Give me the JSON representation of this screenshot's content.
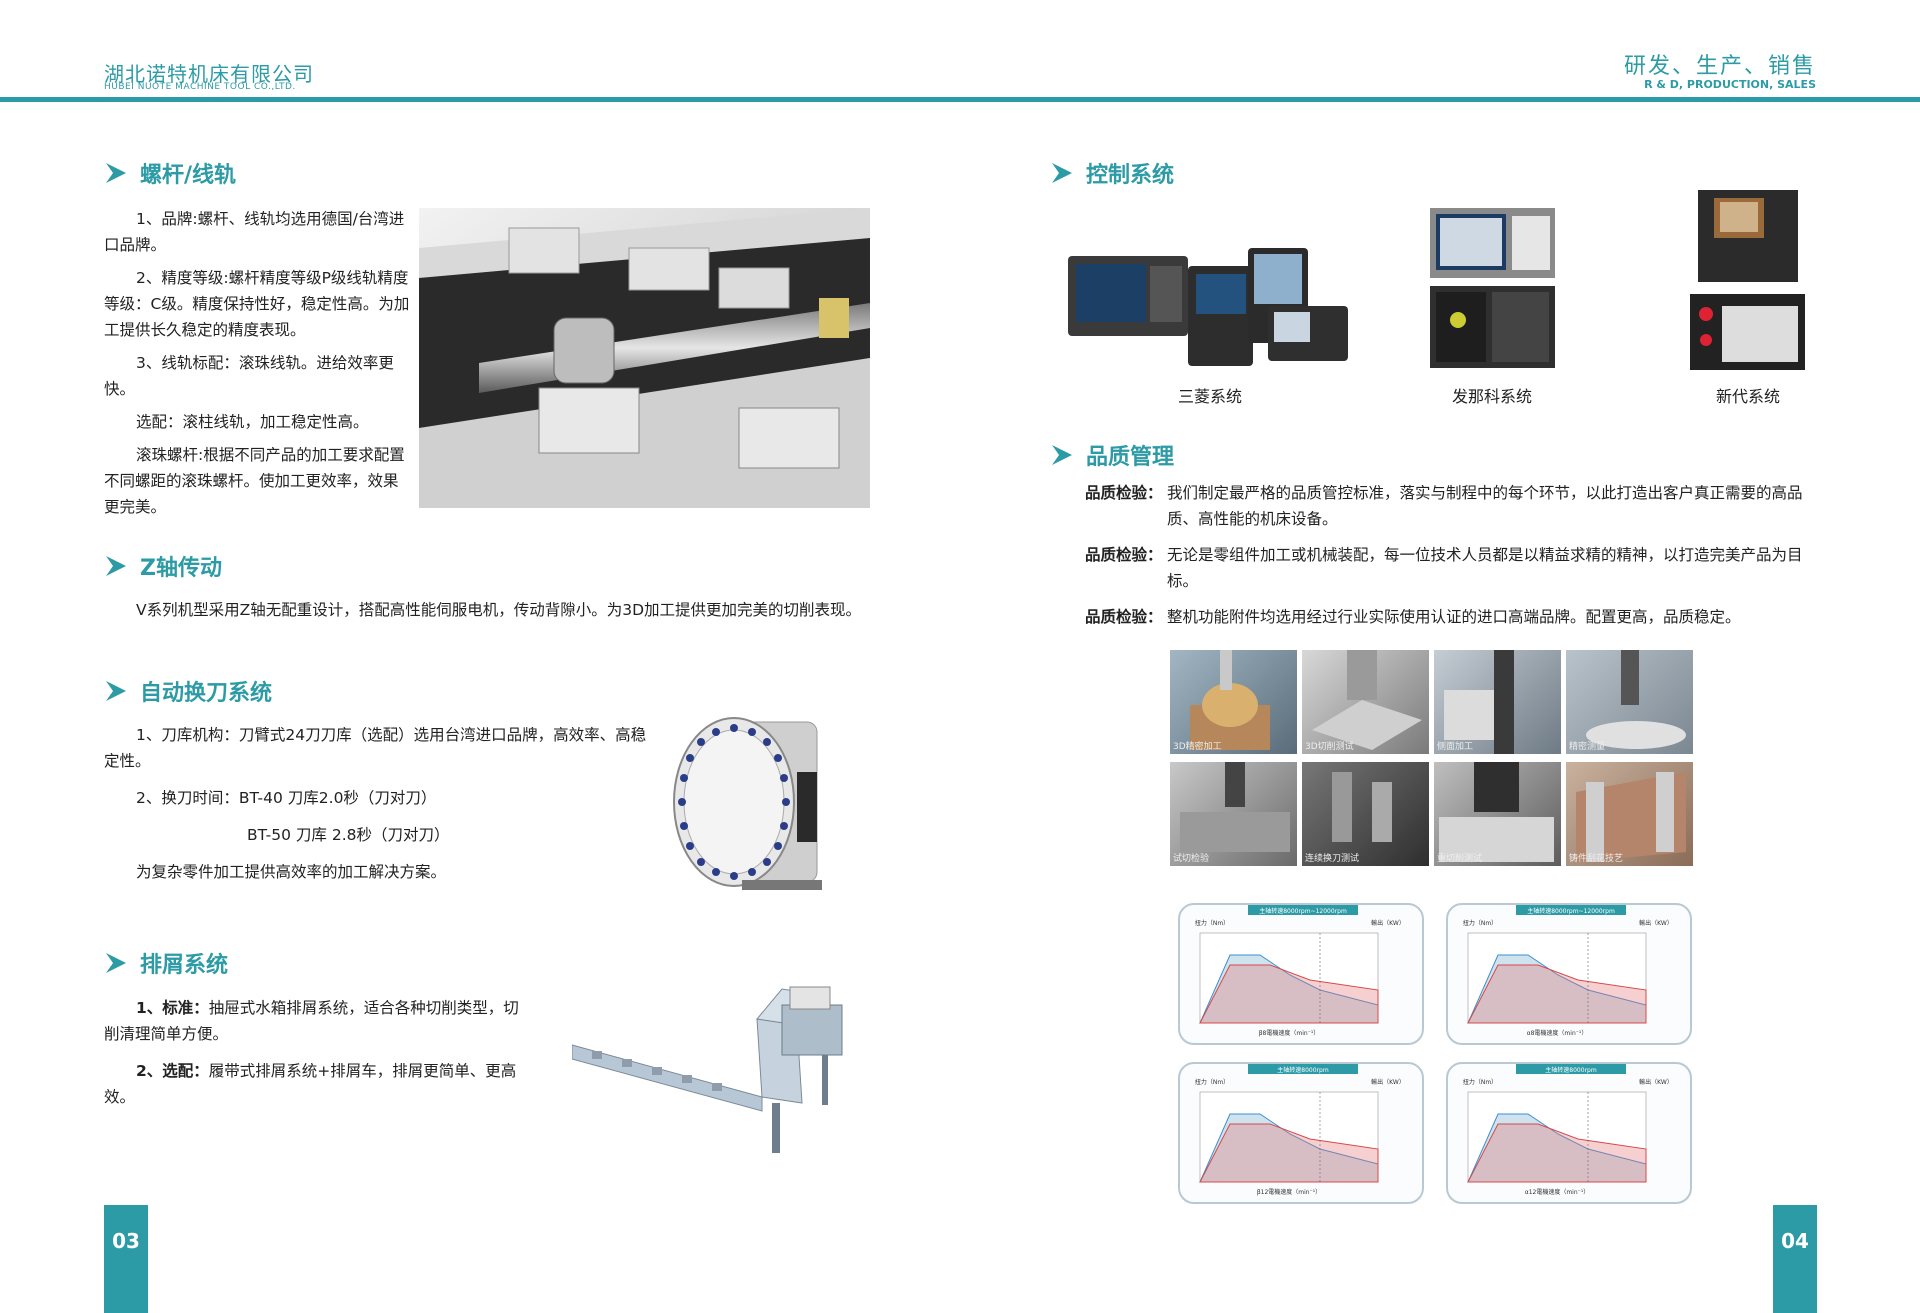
{
  "header": {
    "company_cn": "湖北诺特机床有限公司",
    "company_en": "HUBEI NUOTE MACHINE TOOL CO.,LTD.",
    "tagline_cn": "研发、生产、销售",
    "tagline_en": "R & D, PRODUCTION, SALES"
  },
  "colors": {
    "accent": "#2d9ba6"
  },
  "left": {
    "screw": {
      "title": "螺杆/线轨",
      "paras": [
        "1、品牌:螺杆、线轨均选用德国/台湾进口品牌。",
        "2、精度等级:螺杆精度等级P级线轨精度等级：C级。精度保持性好，稳定性高。为加工提供长久稳定的精度表现。",
        "3、线轨标配：滚珠线轨。进给效率更快。",
        "选配：滚柱线轨，加工稳定性高。",
        "滚珠螺杆:根据不同产品的加工要求配置不同螺距的滚珠螺杆。使加工更效率，效果更完美。"
      ]
    },
    "zaxis": {
      "title": "Z轴传动",
      "para": "V系列机型采用Z轴无配重设计，搭配高性能伺服电机，传动背隙小。为3D加工提供更加完美的切削表现。"
    },
    "atc": {
      "title": "自动换刀系统",
      "p1": "1、刀库机构：刀臂式24刀刀库（选配）选用台湾进口品牌，高效率、高稳定性。",
      "p2": "2、换刀时间：BT-40  刀库2.0秒（刀对刀）",
      "p3": "BT-50 刀库 2.8秒（刀对刀）",
      "p4": "为复杂零件加工提供高效率的加工解决方案。"
    },
    "chip": {
      "title": "排屑系统",
      "l1_label": "1、标准：",
      "l1_text": "抽屉式水箱排屑系统，适合各种切削类型，切削清理简单方便。",
      "l2_label": "2、选配：",
      "l2_text": "履带式排屑系统+排屑车，排屑更简单、更高效。"
    },
    "page_no": "03"
  },
  "right": {
    "control": {
      "title": "控制系统",
      "captions": [
        "三菱系统",
        "发那科系统",
        "新代系统"
      ]
    },
    "quality": {
      "title": "品质管理",
      "items": [
        {
          "label": "品质检验：",
          "text": "我们制定最严格的品质管控标准，落实与制程中的每个环节，以此打造出客户真正需要的高品质、高性能的机床设备。"
        },
        {
          "label": "品质检验：",
          "text": "无论是零组件加工或机械装配，每一位技术人员都是以精益求精的精神，以打造完美产品为目标。"
        },
        {
          "label": "品质检验：",
          "text": "整机功能附件均选用经过行业实际使用认证的进口高端品牌。配置更高，品质稳定。"
        }
      ]
    },
    "gallery": [
      "3D精密加工",
      "3D切削测试",
      "侧面加工",
      "精密测量",
      "试切检验",
      "连续换刀测试",
      "重切削测试",
      "铸件刮花技艺"
    ],
    "power_charts": [
      {
        "title": "主轴转速8000rpm~12000rpm",
        "xlabel": "β8電機速度（min⁻¹）",
        "ylabel_l": "扭力（Nm）",
        "ylabel_r": "輸出（KW）"
      },
      {
        "title": "主轴转速8000rpm~12000rpm",
        "xlabel": "α8電機速度（min⁻¹）",
        "ylabel_l": "扭力（Nm）",
        "ylabel_r": "輸出（KW）"
      },
      {
        "title": "主轴转速8000rpm",
        "xlabel": "β12電機速度（min⁻¹）",
        "ylabel_l": "扭力（Nm）",
        "ylabel_r": "輸出（KW）"
      },
      {
        "title": "主轴转速8000rpm",
        "xlabel": "α12電機速度（min⁻¹）",
        "ylabel_l": "扭力（Nm）",
        "ylabel_r": "輸出（KW）"
      }
    ],
    "page_no": "04"
  }
}
